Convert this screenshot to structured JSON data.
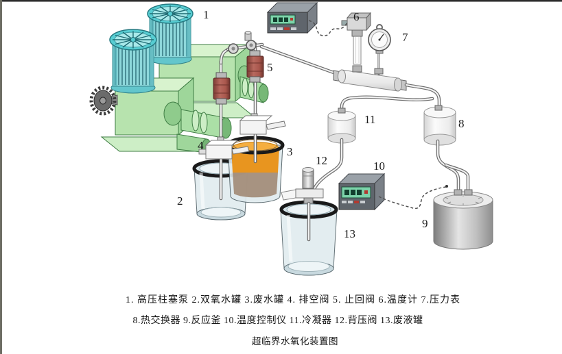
{
  "diagram": {
    "title": "超临界水氧化装置图",
    "legend_line1": "1. 高压柱塞泵 2.双氧水罐 3.废水罐 4. 排空阀 5. 止回阀 6.温度计 7.压力表",
    "legend_line2": "8.热交换器 9.反应釜 10.温度控制仪 11.冷凝器 12.背压阀 13.废液罐"
  },
  "parts": [
    {
      "num": "1",
      "name": "高压柱塞泵"
    },
    {
      "num": "2",
      "name": "双氧水罐"
    },
    {
      "num": "3",
      "name": "废水罐"
    },
    {
      "num": "4",
      "name": "排空阀"
    },
    {
      "num": "5",
      "name": "止回阀"
    },
    {
      "num": "6",
      "name": "温度计"
    },
    {
      "num": "7",
      "name": "压力表"
    },
    {
      "num": "8",
      "name": "热交换器"
    },
    {
      "num": "9",
      "name": "反应釜"
    },
    {
      "num": "10",
      "name": "温度控制仪"
    },
    {
      "num": "11",
      "name": "冷凝器"
    },
    {
      "num": "12",
      "name": "背压阀"
    },
    {
      "num": "13",
      "name": "废液罐"
    }
  ],
  "colors": {
    "pump_body": "#b7e3ae",
    "pump_motor": "#57cdd2",
    "check_valve": "#a8564c",
    "wastewater": "#e8951f",
    "lcd_display": "#7cd3aa",
    "background": "#ffffff"
  }
}
